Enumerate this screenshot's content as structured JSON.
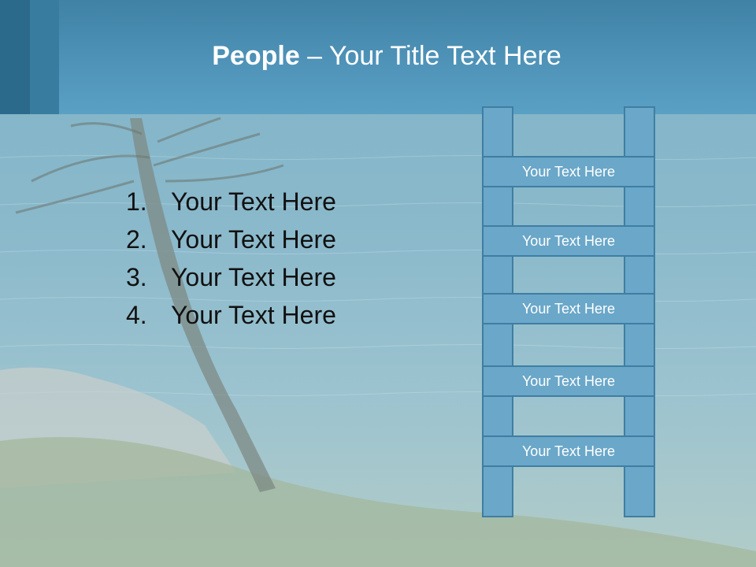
{
  "title": {
    "bold": "People",
    "rest": " – Your Title Text Here"
  },
  "list": [
    {
      "num": "1.",
      "text": "Your Text Here"
    },
    {
      "num": "2.",
      "text": "Your Text Here"
    },
    {
      "num": "3.",
      "text": "Your Text Here"
    },
    {
      "num": "4.",
      "text": "Your Text Here"
    }
  ],
  "ladder": {
    "rungs": [
      "Your Text Here",
      "Your Text Here",
      "Your Text Here",
      "Your Text Here",
      "Your Text Here"
    ]
  },
  "colors": {
    "header": "#4f93b8",
    "ladder_fill": "#6aa7c9",
    "ladder_border": "#3f7ea2"
  }
}
